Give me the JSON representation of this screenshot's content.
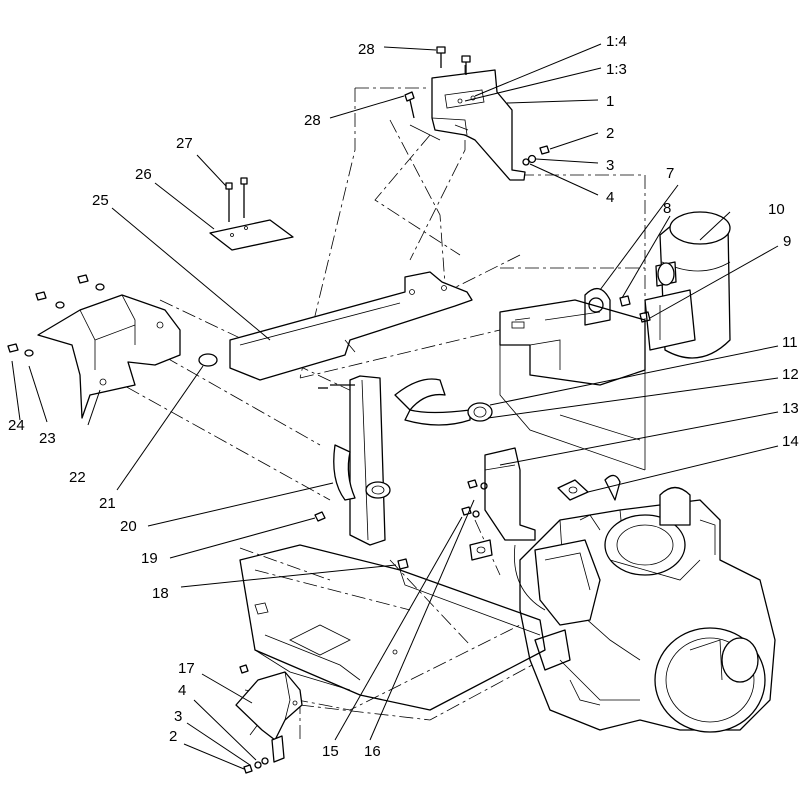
{
  "callouts": [
    {
      "id": "c28a",
      "text": "28"
    },
    {
      "id": "c14x",
      "text": "1:4"
    },
    {
      "id": "c13x",
      "text": "1:3"
    },
    {
      "id": "c28b",
      "text": "28"
    },
    {
      "id": "c1",
      "text": "1"
    },
    {
      "id": "c27",
      "text": "27"
    },
    {
      "id": "c2a",
      "text": "2"
    },
    {
      "id": "c3a",
      "text": "3"
    },
    {
      "id": "c26",
      "text": "26"
    },
    {
      "id": "c4a",
      "text": "4"
    },
    {
      "id": "c25",
      "text": "25"
    },
    {
      "id": "c7",
      "text": "7"
    },
    {
      "id": "c10",
      "text": "10"
    },
    {
      "id": "c8",
      "text": "8"
    },
    {
      "id": "c9",
      "text": "9"
    },
    {
      "id": "c11",
      "text": "11"
    },
    {
      "id": "c12",
      "text": "12"
    },
    {
      "id": "c13",
      "text": "13"
    },
    {
      "id": "c14",
      "text": "14"
    },
    {
      "id": "c24",
      "text": "24"
    },
    {
      "id": "c23",
      "text": "23"
    },
    {
      "id": "c22",
      "text": "22"
    },
    {
      "id": "c21",
      "text": "21"
    },
    {
      "id": "c20",
      "text": "20"
    },
    {
      "id": "c19",
      "text": "19"
    },
    {
      "id": "c18",
      "text": "18"
    },
    {
      "id": "c17",
      "text": "17"
    },
    {
      "id": "c4b",
      "text": "4"
    },
    {
      "id": "c3b",
      "text": "3"
    },
    {
      "id": "c2b",
      "text": "2"
    },
    {
      "id": "c15",
      "text": "15"
    },
    {
      "id": "c16",
      "text": "16"
    }
  ]
}
